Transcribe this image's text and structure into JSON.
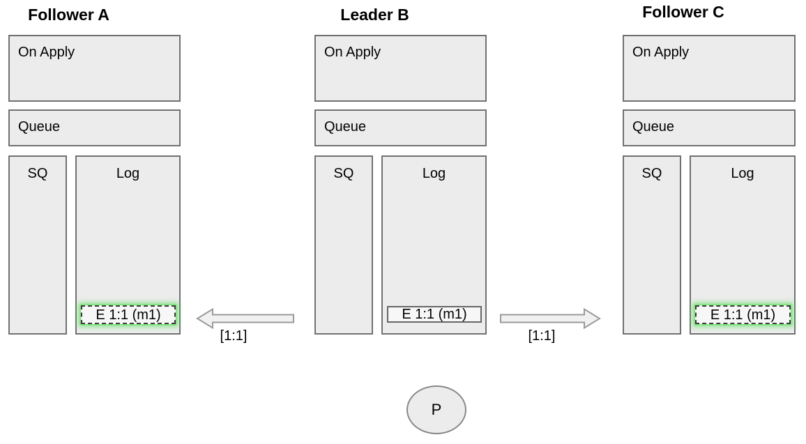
{
  "diagram": {
    "title_semantics": "raft-style log replication: leader replicates entry to followers",
    "colors": {
      "background": "#ffffff",
      "box_fill": "#ececec",
      "box_border": "#707070",
      "entry_fill": "#f7f7f7",
      "entry_dashed_border": "#3a3a3a",
      "entry_solid_border": "#666666",
      "replication_glow_green": "#5fe05f",
      "arrow_fill": "#f1f1f1",
      "arrow_stroke": "#9a9a9a",
      "text": "#000000"
    },
    "nodes": [
      {
        "id": "follower-a",
        "title": "Follower A",
        "on_apply_label": "On Apply",
        "queue_label": "Queue",
        "sq_label": "SQ",
        "log_label": "Log",
        "log_entry": "E 1:1 (m1)",
        "entry_style": "dashed-green-glow"
      },
      {
        "id": "leader-b",
        "title": "Leader B",
        "on_apply_label": "On Apply",
        "queue_label": "Queue",
        "sq_label": "SQ",
        "log_label": "Log",
        "log_entry": "E 1:1 (m1)",
        "entry_style": "solid"
      },
      {
        "id": "follower-c",
        "title": "Follower C",
        "on_apply_label": "On Apply",
        "queue_label": "Queue",
        "sq_label": "SQ",
        "log_label": "Log",
        "log_entry": "E 1:1 (m1)",
        "entry_style": "dashed-green-glow"
      }
    ],
    "arrows": [
      {
        "id": "leader-to-follower-a",
        "direction": "left",
        "label": "[1:1]"
      },
      {
        "id": "leader-to-follower-c",
        "direction": "right",
        "label": "[1:1]"
      }
    ],
    "proposer": {
      "label": "P"
    }
  }
}
